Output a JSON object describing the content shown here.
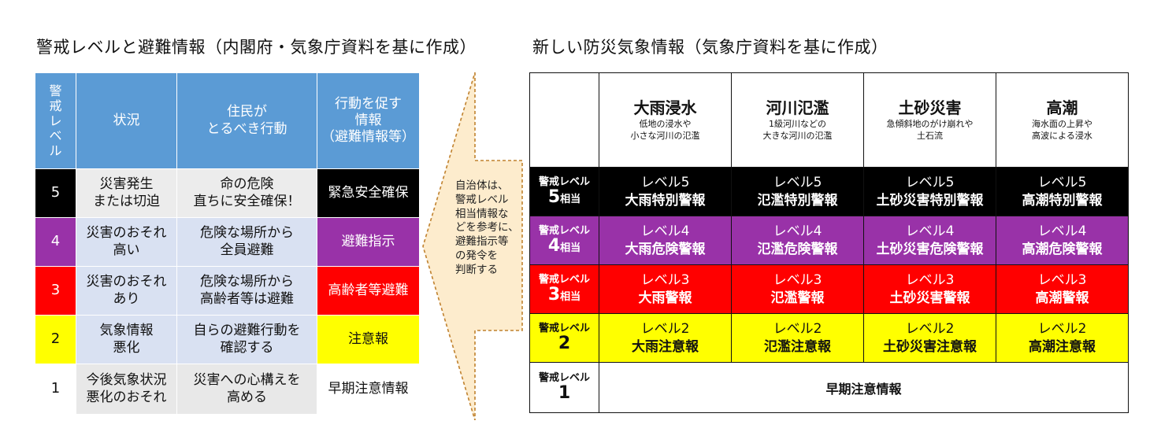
{
  "left_title": "警戒レベルと避難情報（内閣府・気象庁資料を基に作成）",
  "right_title": "新しい防災気象情報（気象庁資料を基に作成）",
  "colors": {
    "header_blue": "#5b9bd5",
    "level5": "#000000",
    "level4": "#9932a8",
    "level3": "#ff0000",
    "level2": "#ffff00",
    "pale_blue": "#d9e1f2",
    "arrow_fill": "#fdeccd"
  },
  "left_table": {
    "headers": [
      "警\n戒\nレ\nベ\nル",
      "状況",
      "住民が\nとるべき行動",
      "行動を促す\n情報\n（避難情報等）"
    ],
    "rows": [
      {
        "level": "5",
        "situation": "災害発生\nまたは切迫",
        "action": "命の危険\n直ちに安全確保！",
        "info": "緊急安全確保"
      },
      {
        "level": "4",
        "situation": "災害のおそれ\n高い",
        "action": "危険な場所から\n全員避難",
        "info": "避難指示"
      },
      {
        "level": "3",
        "situation": "災害のおそれ\nあり",
        "action": "危険な場所から\n高齢者等は避難",
        "info": "高齢者等避難"
      },
      {
        "level": "2",
        "situation": "気象情報\n悪化",
        "action": "自らの避難行動を\n確認する",
        "info": "注意報"
      },
      {
        "level": "1",
        "situation": "今後気象状況\n悪化のおそれ",
        "action": "災害への心構えを\n高める",
        "info": "早期注意情報"
      }
    ]
  },
  "arrow_text": "自治体は、\n警戒レベル\n相当情報な\nどを参考に、\n避難指示等\nの発令を\n判断する",
  "right_table": {
    "hazards": [
      {
        "name": "大雨浸水",
        "desc": "低地の浸水や\n小さな河川の氾濫"
      },
      {
        "name": "河川氾濫",
        "desc": "1級河川などの\n大きな河川の氾濫"
      },
      {
        "name": "土砂災害",
        "desc": "急傾斜地のがけ崩れや\n土石流"
      },
      {
        "name": "高潮",
        "desc": "海水面の上昇や\n高波による浸水"
      }
    ],
    "level_label": "警戒レベル",
    "level_suffix": "相当",
    "rows": [
      {
        "level": "5",
        "suffix": "相当",
        "label": "レベル5",
        "warnings": [
          "大雨特別警報",
          "氾濫特別警報",
          "土砂災害特別警報",
          "高潮特別警報"
        ]
      },
      {
        "level": "4",
        "suffix": "相当",
        "label": "レベル4",
        "warnings": [
          "大雨危険警報",
          "氾濫危険警報",
          "土砂災害危険警報",
          "高潮危険警報"
        ]
      },
      {
        "level": "3",
        "suffix": "相当",
        "label": "レベル3",
        "warnings": [
          "大雨警報",
          "氾濫警報",
          "土砂災害警報",
          "高潮警報"
        ]
      },
      {
        "level": "2",
        "suffix": "",
        "label": "レベル2",
        "warnings": [
          "大雨注意報",
          "氾濫注意報",
          "土砂災害注意報",
          "高潮注意報"
        ]
      }
    ],
    "level1": {
      "level": "1",
      "info": "早期注意情報"
    }
  }
}
